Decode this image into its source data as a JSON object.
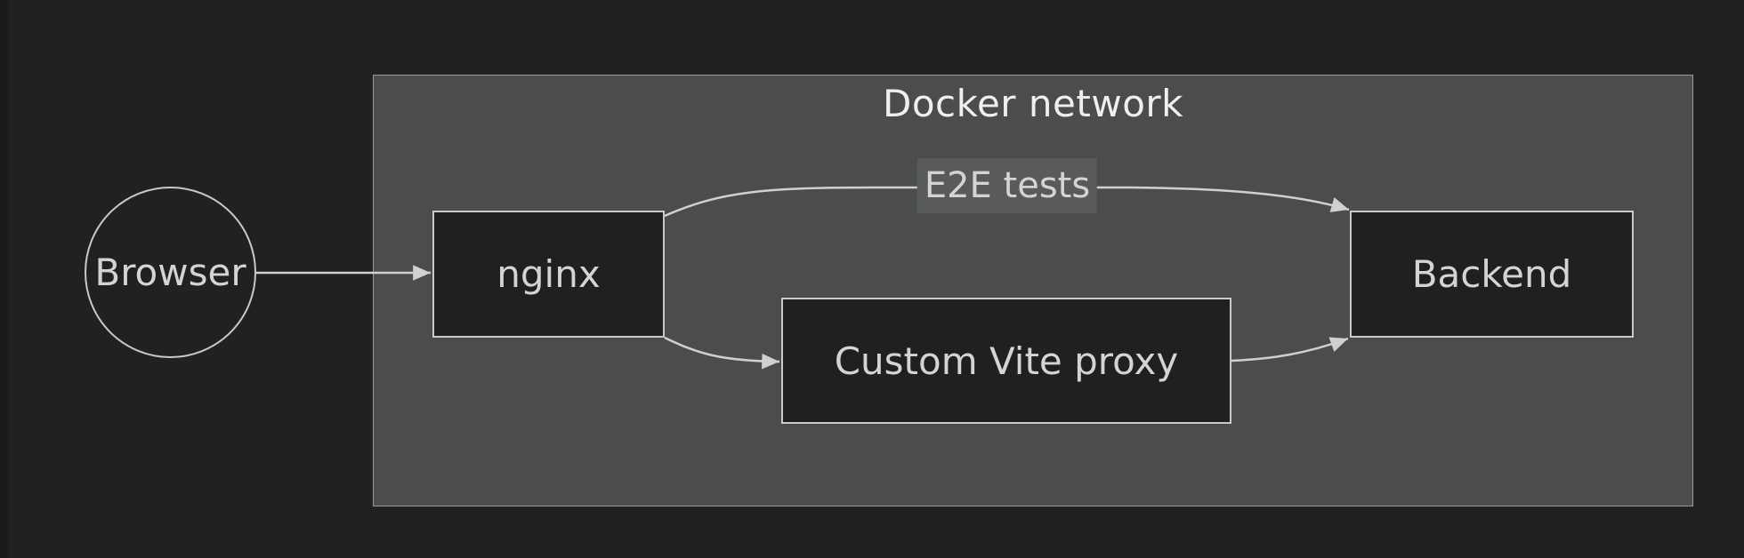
{
  "diagram": {
    "type": "flowchart",
    "cluster": {
      "title": "Docker network"
    },
    "nodes": {
      "browser": {
        "label": "Browser",
        "shape": "circle"
      },
      "nginx": {
        "label": "nginx",
        "shape": "rect"
      },
      "proxy": {
        "label": "Custom Vite proxy",
        "shape": "rect"
      },
      "backend": {
        "label": "Backend",
        "shape": "rect"
      }
    },
    "edges": [
      {
        "from": "browser",
        "to": "nginx",
        "label": ""
      },
      {
        "from": "nginx",
        "to": "backend",
        "label": "E2E tests"
      },
      {
        "from": "nginx",
        "to": "proxy",
        "label": ""
      },
      {
        "from": "proxy",
        "to": "backend",
        "label": ""
      }
    ],
    "colors": {
      "page_background": "#212121",
      "left_strip": "#1a1a1a",
      "cluster_fill": "#4b4d4d",
      "cluster_border": "#9a9c9c",
      "node_fill": "#1f2020",
      "node_border": "#c9c9c9",
      "node_text": "#d4d4d4",
      "cluster_title_text": "#eef0ef",
      "edge_line": "#d0d0d0",
      "edge_label_background": "#595b5b",
      "edge_label_text": "#d4d4d4"
    }
  }
}
